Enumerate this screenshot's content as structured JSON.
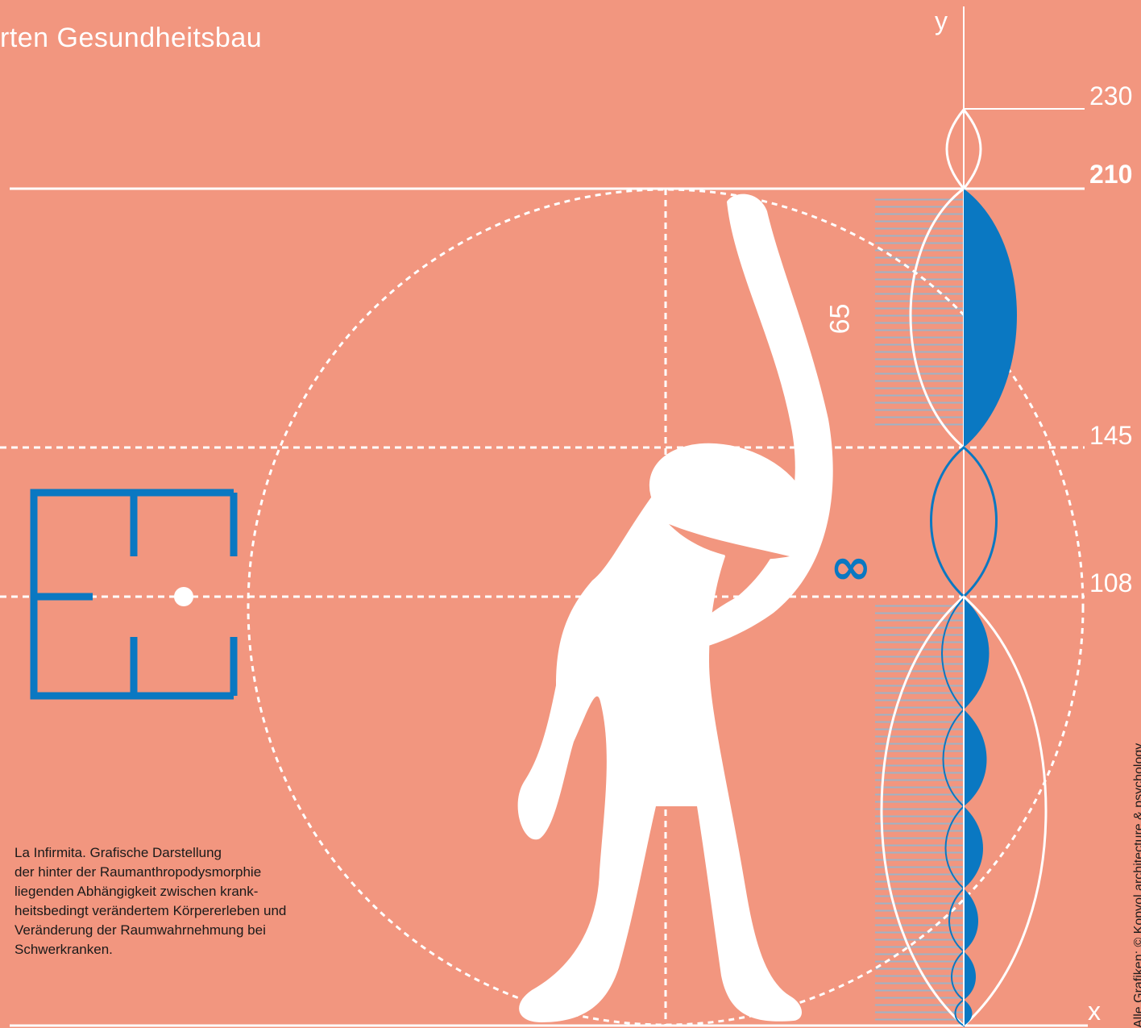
{
  "title": "rten Gesundheitsbau",
  "axes": {
    "y_label": "y",
    "x_label": "x",
    "marks": [
      "230",
      "210",
      "145",
      "108"
    ]
  },
  "dimension_label": "65",
  "infinity_symbol": "∞",
  "caption_lines": [
    "La Infirmita. Grafische Darstellung",
    "der hinter der Raumanthropodysmorphie",
    "liegenden Abhängigkeit zwischen krank-",
    "heitsbedingt verändertem Körpererleben und",
    "Veränderung der Raumwahrnehmung bei",
    "Schwerkranken."
  ],
  "credit": "Alle Grafiken: © Kopvol architecture & psychology",
  "colors": {
    "background": "#f2967f",
    "white": "#ffffff",
    "blue": "#0a78c2",
    "hatch": "#9fb3c6"
  }
}
